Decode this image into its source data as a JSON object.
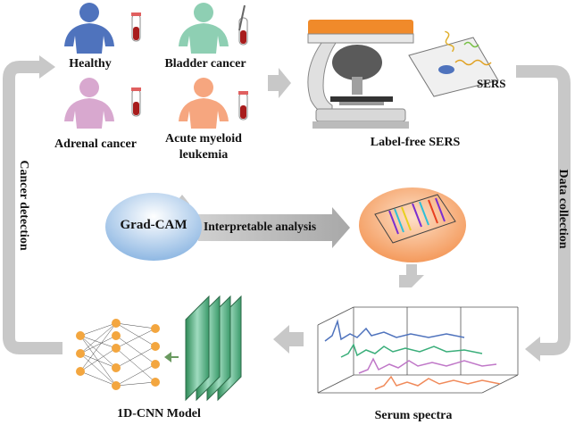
{
  "diagram": {
    "groups": {
      "healthy": "Healthy",
      "bladder": "Bladder cancer",
      "adrenal": "Adrenal cancer",
      "aml_line1": "Acute myeloid",
      "aml_line2": "leukemia"
    },
    "sers_label": "SERS",
    "instrument_label": "Label-free SERS",
    "data_collection": "Data collection",
    "cancer_detection": "Cancer detection",
    "gradcam": "Grad-CAM",
    "interpretable": "Interpretable analysis",
    "model_label": "1D-CNN Model",
    "spectra_label": "Serum spectra",
    "colors": {
      "healthy": "#4f73bd",
      "bladder": "#8ecfb3",
      "adrenal": "#d8a8cf",
      "aml": "#f6a67f",
      "arrow": "#c8c8c8",
      "node": "#f3a63f",
      "gradcam": "#9cc3e6",
      "heat": "#f4a46a"
    }
  }
}
